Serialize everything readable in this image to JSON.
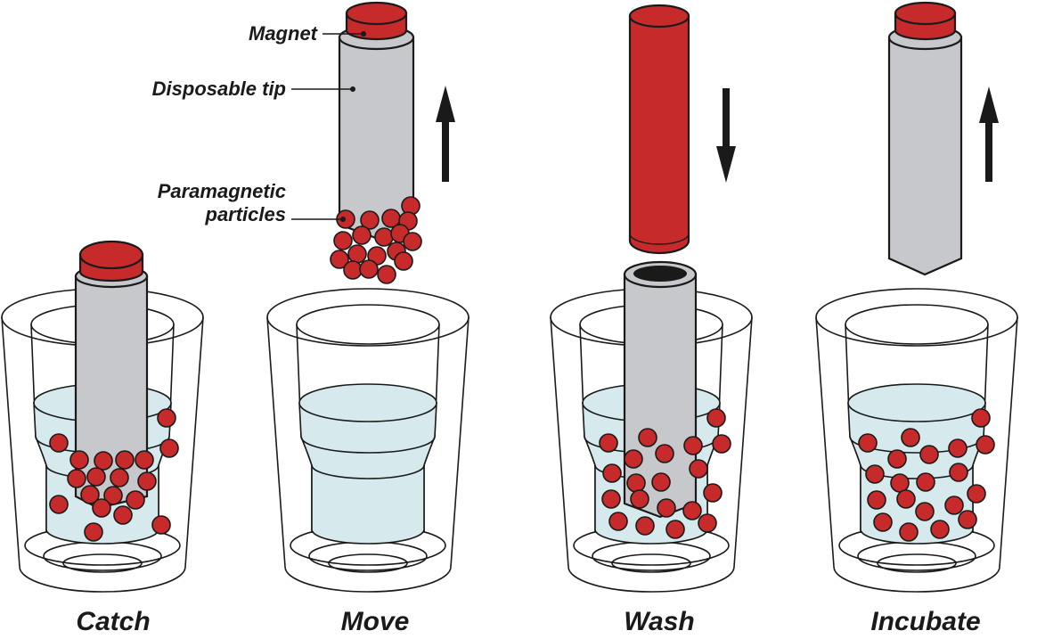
{
  "labels": {
    "magnet": "Magnet",
    "disposable_tip": "Disposable tip",
    "paramagnetic_line1": "Paramagnetic",
    "paramagnetic_line2": "particles"
  },
  "stages": [
    {
      "name": "Catch"
    },
    {
      "name": "Move"
    },
    {
      "name": "Wash"
    },
    {
      "name": "Incubate"
    }
  ],
  "colors": {
    "magnet": "#c62a2a",
    "tip": "#c7c8cc",
    "liquid": "#d6eaee",
    "outline": "#1a1a1a"
  },
  "icons": {
    "move_arrow": "arrow-up-icon",
    "wash_arrow": "arrow-down-icon",
    "incubate_arrow": "arrow-up-icon"
  }
}
